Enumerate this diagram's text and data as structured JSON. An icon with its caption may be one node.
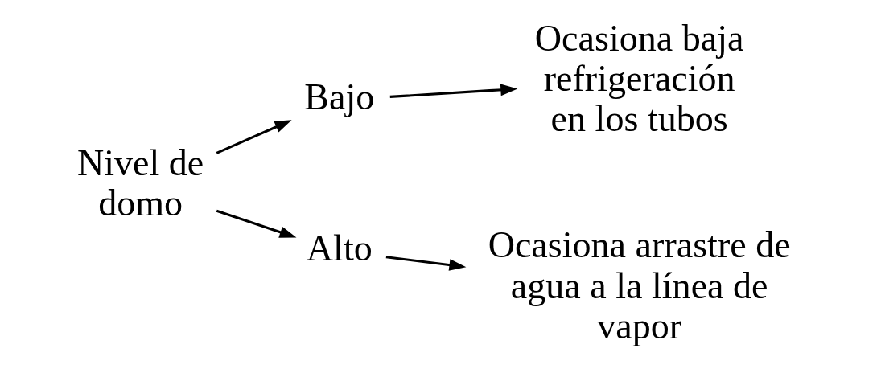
{
  "diagram": {
    "nodes": [
      {
        "text": [
          "Nivel de domo"
        ]
      },
      {
        "text": [
          "Bajo"
        ]
      },
      {
        "text": [
          "Alto"
        ]
      },
      {
        "text": [
          "Ocasiona baja refrigeración en los tubos"
        ]
      },
      {
        "text": [
          "Ocasiona arrastre de agua a la línea de vapor"
        ]
      }
    ],
    "edges": [
      {
        "from": 0,
        "to": 1,
        "arrow": "to"
      },
      {
        "from": 0,
        "to": 2,
        "arrow": "to"
      },
      {
        "from": 1,
        "to": 3,
        "arrow": "to"
      },
      {
        "from": 2,
        "to": 4,
        "arrow": "to"
      }
    ]
  }
}
